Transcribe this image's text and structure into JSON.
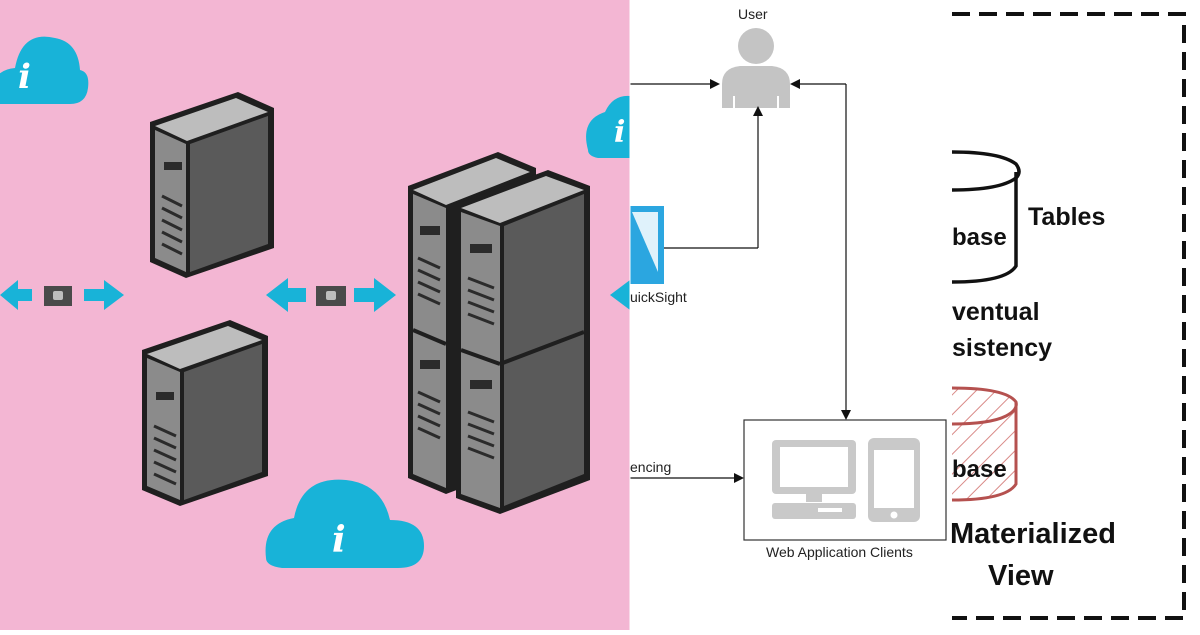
{
  "colors": {
    "pink_bg": "#f3b6d3",
    "cyan": "#18b3d8",
    "server_dark": "#3f3f3f",
    "server_light": "#8b8b8b",
    "materialized_red": "#b5514f",
    "black": "#111111"
  },
  "icons": {
    "cloud": "info-cloud-icon",
    "server": "server-tower-icon",
    "lock": "lock-icon",
    "user": "user-icon",
    "monitor": "monitor-icon",
    "phone": "phone-icon",
    "quicksight": "quicksight-icon",
    "database": "database-cylinder-icon"
  },
  "architecture": {
    "user_label": "User",
    "quicksight_label": "uickSight",
    "fencing_label": "encing",
    "web_clients_label": "Web Application Clients"
  },
  "consistency": {
    "tables_label": "Tables",
    "db_top_label": "base",
    "eventual_line1": "ventual",
    "eventual_line2": "sistency",
    "db_bottom_label": "base",
    "materialized_line1": "Materialized",
    "materialized_line2": "View"
  }
}
